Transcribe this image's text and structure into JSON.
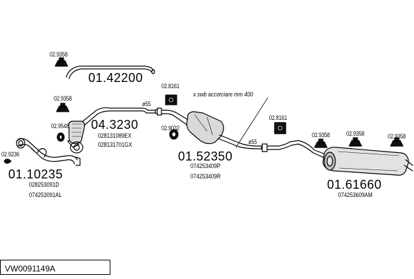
{
  "diagram_code": "VW0091149A",
  "note": "x swb accorciare mm 400",
  "diameters": {
    "front": "ø55",
    "rear": "ø55"
  },
  "parts": {
    "front_pipe": {
      "number": "01.10235",
      "refs": [
        "028253091D",
        "074253091AL"
      ]
    },
    "catalyst": {
      "number": "04.3230",
      "refs": [
        "028131089EX",
        "028131701GX"
      ]
    },
    "center_pipe": {
      "number": "01.42200"
    },
    "middle_silencer": {
      "number": "01.52350",
      "refs": [
        "074253409P",
        "074253409R"
      ]
    },
    "rear_silencer": {
      "number": "01.61660",
      "refs": [
        "074253609AM"
      ]
    }
  },
  "fittings": {
    "f1": "02.9358",
    "f2": "02.9358",
    "f3": "02.9548",
    "f4": "02.9236",
    "f5": "02.8161",
    "f6": "02.9032",
    "f7": "02.8161",
    "f8": "02.9358",
    "f9": "02.9358",
    "f10": "02.9358"
  }
}
